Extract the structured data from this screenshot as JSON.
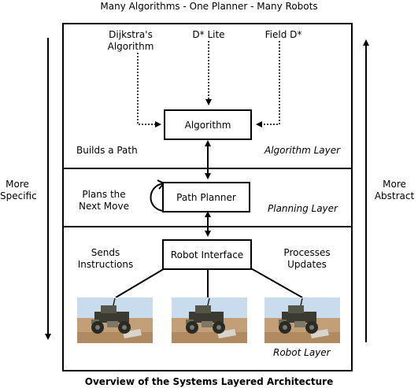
{
  "top_title": "Many Algorithms - One Planner - Many Robots",
  "caption": "Overview of the Systems Layered Architecture",
  "left_label": "More\nSpecific",
  "right_label": "More\nAbstract",
  "algorithm_layer": {
    "name": "Algorithm Layer",
    "note": "Builds a Path",
    "sources": [
      "Dijkstra's\nAlgorithm",
      "D* Lite",
      "Field D*"
    ],
    "node": "Algorithm"
  },
  "planning_layer": {
    "name": "Planning Layer",
    "note": "Plans the\nNext Move",
    "node": "Path Planner"
  },
  "robot_layer": {
    "name": "Robot Layer",
    "note_left": "Sends\nInstructions",
    "note_right": "Processes\nUpdates",
    "node": "Robot Interface"
  },
  "colors": {
    "sky": "#c9dcee",
    "ground": "#c29f76",
    "robot": "#3a3a30"
  }
}
